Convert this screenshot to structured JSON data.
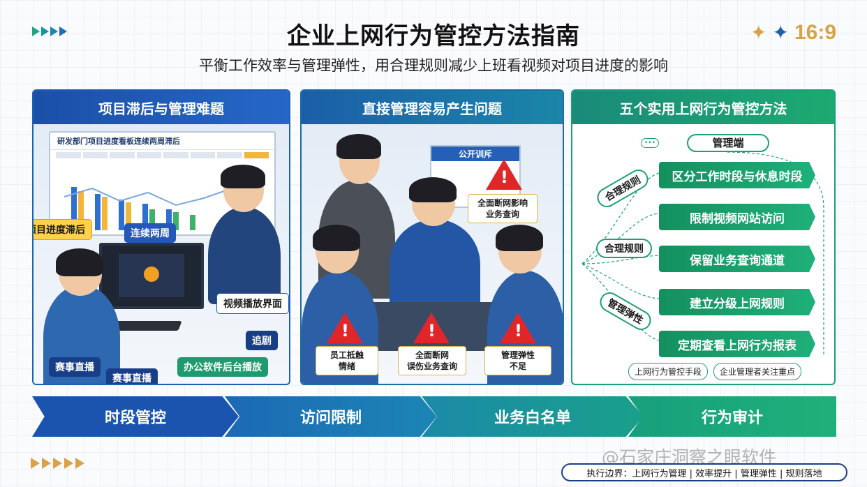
{
  "header": {
    "title": "企业上网行为管控方法指南",
    "subtitle": "平衡工作效率与管理弹性，用合理规则减少上班看视频对项目进度的影响",
    "ratio": "16:9"
  },
  "panel1": {
    "title": "项目滞后与管理难题",
    "dashboard_title": "研发部门项目进度看板连续两周滞后",
    "labels": {
      "delay": "项目进度滞后",
      "two_weeks": "连续两周",
      "video_ui": "视频播放界面",
      "drama": "追剧",
      "sports1": "赛事直播",
      "sports2": "赛事直播",
      "office_bg": "办公软件后台播放"
    }
  },
  "panel2": {
    "title": "直接管理容易产生问题",
    "board_title": "公开训斥",
    "warnings": [
      "全面断网影响\n业务查询",
      "员工抵触\n情绪",
      "全面断网\n误伤业务查询",
      "管理弹性\n不足"
    ]
  },
  "panel3": {
    "title": "五个实用上网行为管控方法",
    "mgmt_label": "管理端",
    "side_labels": [
      "合理规则",
      "合理规则",
      "管理弹性"
    ],
    "methods": [
      "区分工作时段与休息时段",
      "限制视频网站访问",
      "保留业务查询通道",
      "建立分级上网规则",
      "定期查看上网行为报表"
    ],
    "bottom_tags": [
      "上网行为管控手段",
      "企业管理者关注重点"
    ]
  },
  "chevrons": [
    "时段管控",
    "访问限制",
    "业务白名单",
    "行为审计"
  ],
  "watermark": "@石家庄洞察之眼软件",
  "footer": "执行边界：上网行为管理 | 效率提升 | 管理弹性 | 规则落地"
}
